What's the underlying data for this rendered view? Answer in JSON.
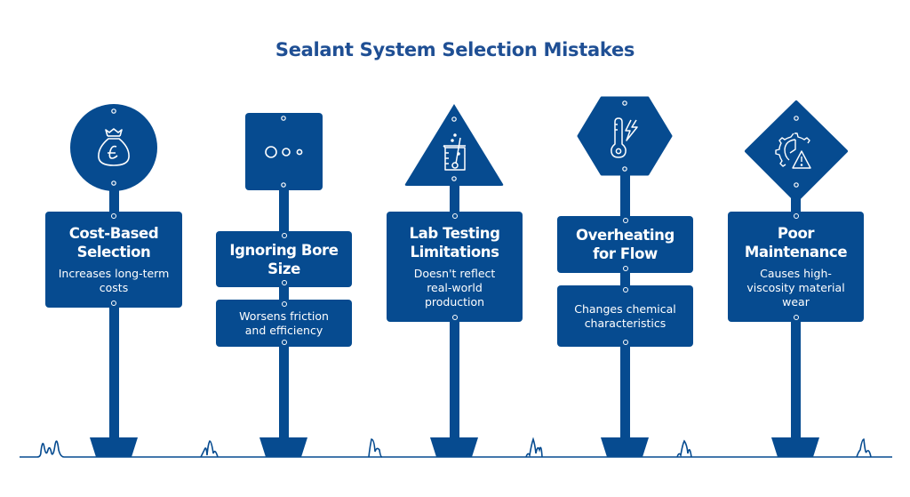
{
  "title": "Sealant System Selection Mistakes",
  "colors": {
    "primary": "#064b90",
    "title": "#1f4f94",
    "background": "#ffffff"
  },
  "signs": [
    {
      "shape": "circle",
      "icon": "money-bag-icon",
      "heading": "Cost-Based Selection",
      "description": "Increases long-term costs"
    },
    {
      "shape": "square",
      "icon": "bore-circles-icon",
      "heading": "Ignoring Bore Size",
      "description": "Worsens friction and efficiency"
    },
    {
      "shape": "triangle",
      "icon": "beaker-icon",
      "heading": "Lab Testing Limitations",
      "description": "Doesn't reflect real-world production"
    },
    {
      "shape": "hexagon",
      "icon": "thermometer-lightning-icon",
      "heading": "Overheating for Flow",
      "description": "Changes chemical characteristics"
    },
    {
      "shape": "diamond",
      "icon": "gear-warning-icon",
      "heading": "Poor Maintenance",
      "description": "Causes high-viscosity material wear"
    }
  ]
}
